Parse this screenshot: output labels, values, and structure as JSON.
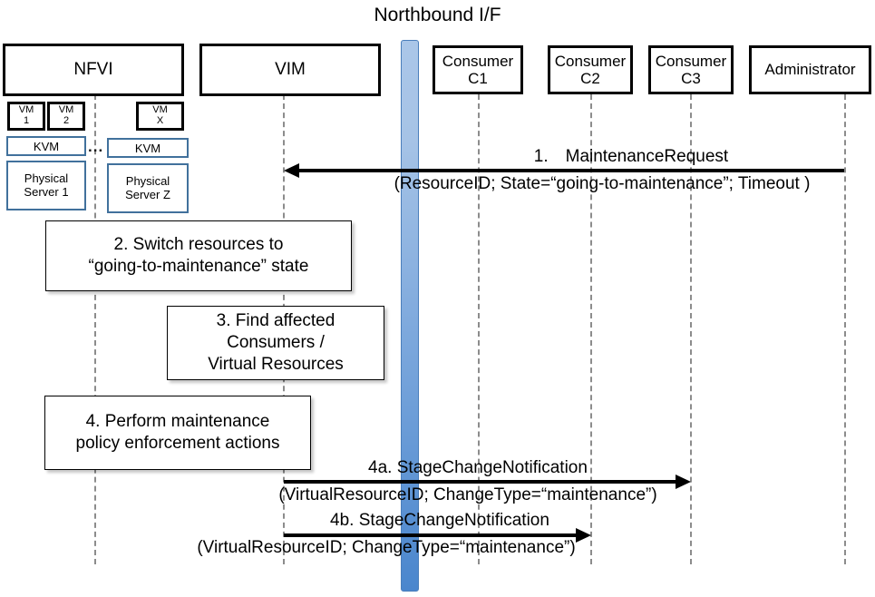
{
  "diagram": {
    "title": "Northbound I/F",
    "type": "sequence-diagram",
    "colors": {
      "lifeline": "#8c8c8c",
      "actor_border": "#000000",
      "infra_border": "#41719c",
      "northbound_bar_top": "#aac6e8",
      "northbound_bar_bottom": "#4a86cd",
      "arrow": "#000000",
      "background": "#ffffff"
    }
  },
  "actors": [
    {
      "id": "nfvi",
      "label": "NFVI"
    },
    {
      "id": "vim",
      "label": "VIM"
    },
    {
      "id": "c1",
      "label_line1": "Consumer",
      "label_line2": "C1"
    },
    {
      "id": "c2",
      "label_line1": "Consumer",
      "label_line2": "C2"
    },
    {
      "id": "c3",
      "label_line1": "Consumer",
      "label_line2": "C3"
    },
    {
      "id": "admin",
      "label": "Administrator"
    }
  ],
  "nfvi_internals": {
    "vms": [
      {
        "line1": "VM",
        "line2": "1"
      },
      {
        "line1": "VM",
        "line2": "2"
      },
      {
        "line1": "VM",
        "line2": "X"
      }
    ],
    "hypervisors": [
      {
        "label": "KVM"
      },
      {
        "label": "KVM"
      }
    ],
    "servers": [
      {
        "line1": "Physical",
        "line2": "Server 1"
      },
      {
        "line1": "Physical",
        "line2": "Server Z"
      }
    ],
    "ellipsis": "..."
  },
  "messages": [
    {
      "id": "m1",
      "number": "1.",
      "name": "MaintenanceRequest",
      "title": "1. MaintenanceRequest",
      "params": "(ResourceID; State=“going-to-maintenance”; Timeout )",
      "from": "admin",
      "to": "vim",
      "direction": "left"
    },
    {
      "id": "m4a",
      "number": "4a.",
      "name": "StageChangeNotification",
      "title": "4a. StageChangeNotification",
      "params": "(VirtualResourceID; ChangeType=“maintenance”)",
      "from": "vim",
      "to": "c3",
      "direction": "right"
    },
    {
      "id": "m4b",
      "number": "4b.",
      "name": "StageChangeNotification",
      "title": "4b. StageChangeNotification",
      "params": "(VirtualResourceID; ChangeType=“maintenance”)",
      "from": "vim",
      "to": "c2",
      "direction": "right"
    }
  ],
  "steps": [
    {
      "id": "step2",
      "line1": "2. Switch resources to",
      "line2": "“going-to-maintenance” state",
      "owner": "nfvi"
    },
    {
      "id": "step3",
      "line1": "3. Find affected",
      "line2": "Consumers /",
      "line3": "Virtual Resources",
      "owner": "vim"
    },
    {
      "id": "step4",
      "line1": "4. Perform maintenance",
      "line2": "policy enforcement actions",
      "owner": "vim"
    }
  ]
}
